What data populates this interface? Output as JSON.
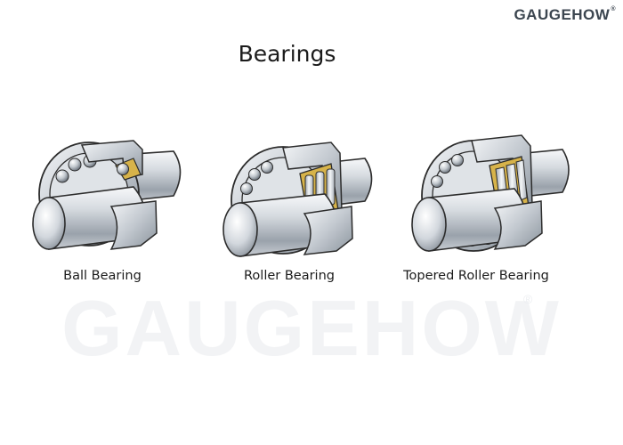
{
  "brand": {
    "name": "GAUGEHOW",
    "reg": "®"
  },
  "title": "Bearings",
  "bearings": [
    {
      "label": "Ball Bearing",
      "type": "ball"
    },
    {
      "label": "Roller Bearing",
      "type": "roller"
    },
    {
      "label": "Topered Roller Bearing",
      "type": "tapered-roller"
    }
  ],
  "watermark": {
    "text": "GAUGEHOW",
    "reg": "®"
  },
  "colors": {
    "cage": "#d7b34a",
    "steel_light": "#eef1f4",
    "steel_mid": "#b9c0c8",
    "steel_dark": "#7e8790",
    "outline": "#2c2c2c"
  }
}
